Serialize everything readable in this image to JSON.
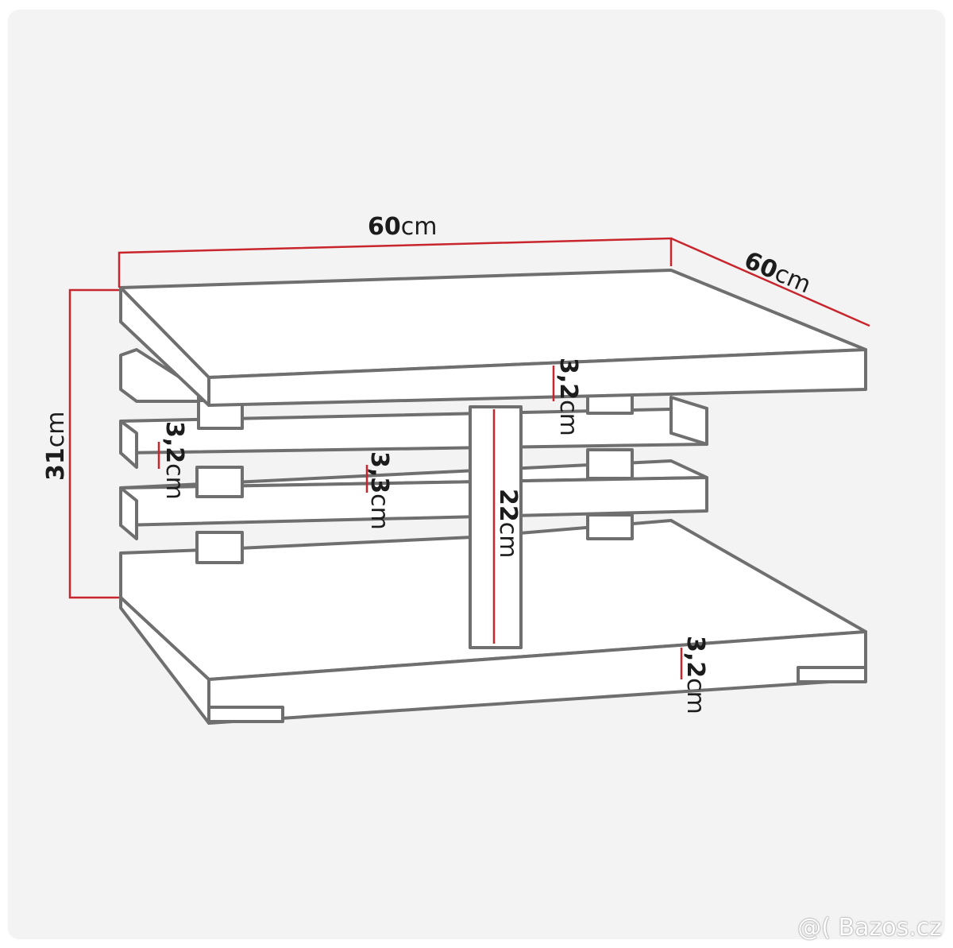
{
  "colors": {
    "outline": "#6f6f6f",
    "fill": "#ffffff",
    "dimension_line": "#c8252c",
    "background": "#f3f3f3"
  },
  "dimensions": {
    "width": {
      "value": "60",
      "unit": "cm"
    },
    "depth": {
      "value": "60",
      "unit": "cm"
    },
    "height": {
      "value": "31",
      "unit": "cm"
    },
    "top_thickness": {
      "value": "3,2",
      "unit": "cm"
    },
    "shelf_thickness": {
      "value": "3,2",
      "unit": "cm"
    },
    "spacer_height": {
      "value": "3,3",
      "unit": "cm"
    },
    "column_height": {
      "value": "22",
      "unit": "cm"
    },
    "base_thickness": {
      "value": "3,2",
      "unit": "cm"
    }
  },
  "watermark": "@( Bazos.cz"
}
